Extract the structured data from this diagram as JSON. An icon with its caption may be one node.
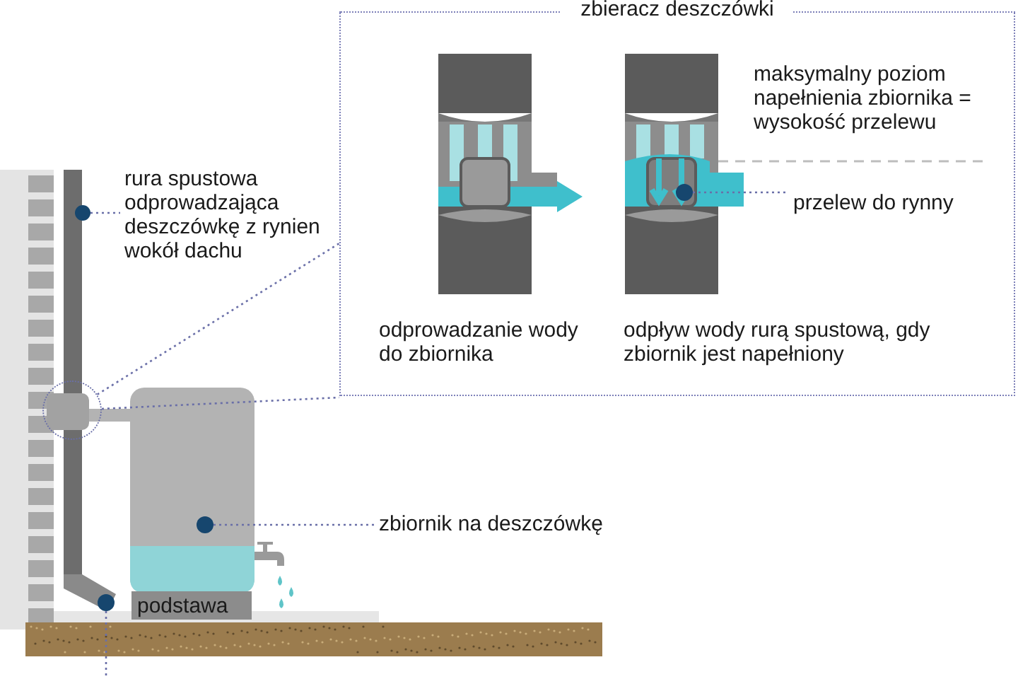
{
  "diagram": {
    "nodes": [
      {
        "text": [
          "zbieracz deszczówki"
        ]
      },
      {
        "text": [
          "rura spustowa odprowadzająca deszczówkę z rynien wokół dachu"
        ]
      },
      {
        "text": [],
        "shape": "circle"
      },
      {
        "text": [],
        "shape": "circle"
      },
      {
        "text": [
          "przelew do rynny"
        ],
        "in": 0
      },
      {
        "text": [],
        "shape": "circle",
        "in": 0
      },
      {
        "text": [
          "zbiornik na deszczówkę"
        ]
      },
      {
        "text": [],
        "shape": "circle"
      },
      {
        "text": [
          "podstawa"
        ]
      },
      {
        "text": [],
        "shape": "circle"
      }
    ],
    "edges": [
      {
        "from": 2,
        "to": 1,
        "arrow": "none"
      },
      {
        "from": 3,
        "to": 0,
        "arrow": "none"
      },
      {
        "from": 3,
        "to": 0,
        "arrow": "none"
      },
      {
        "from": 5,
        "to": 4,
        "arrow": "none"
      },
      {
        "from": 7,
        "to": 6,
        "arrow": "none"
      },
      {
        "from": 9,
        "to": null,
        "arrow": "none"
      }
    ],
    "labels": [
      "maksymalny poziom napełnienia zbiornika = wysokość przelewu",
      "odprowadzanie wody do zbiornika",
      "odpływ wody rurą spustową, gdy zbiornik jest napełniony"
    ]
  }
}
